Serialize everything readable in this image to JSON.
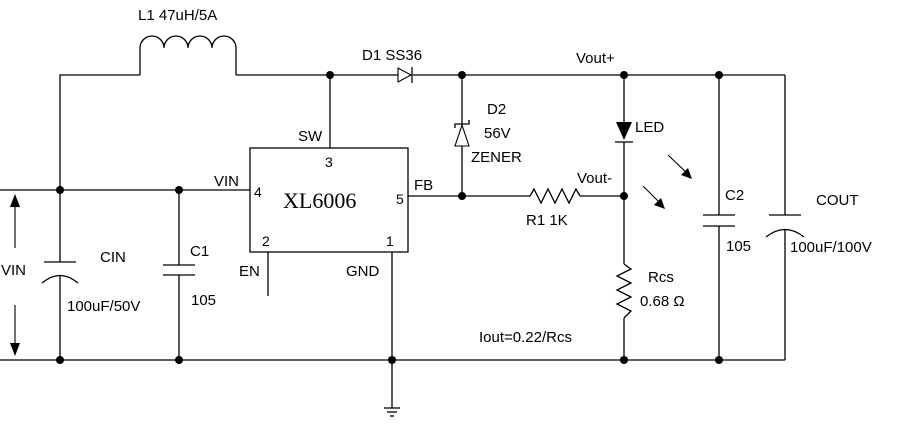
{
  "schematic": {
    "ic": {
      "name": "XL6006",
      "pins": {
        "sw_label": "SW",
        "sw_num": "3",
        "vin_label": "VIN",
        "vin_num": "4",
        "fb_label": "FB",
        "fb_num": "5",
        "en_num": "2",
        "en_label": "EN",
        "gnd_num": "1",
        "gnd_label": "GND"
      }
    },
    "inductor": {
      "label": "L1 47uH/5A"
    },
    "diode_d1": {
      "label": "D1 SS36"
    },
    "zener_d2": {
      "ref": "D2",
      "value": "56V",
      "type": "ZENER"
    },
    "resistor_r1": {
      "label": "R1 1K"
    },
    "resistor_rcs": {
      "ref": "Rcs",
      "value": "0.68 Ω"
    },
    "led": {
      "label": "LED"
    },
    "nets": {
      "vout_pos": "Vout+",
      "vout_neg": "Vout-",
      "vin": "VIN"
    },
    "cin": {
      "ref": "CIN",
      "value": "100uF/50V"
    },
    "c1": {
      "ref": "C1",
      "value": "105"
    },
    "c2": {
      "ref": "C2",
      "value": "105"
    },
    "cout": {
      "ref": "COUT",
      "value": "100uF/100V"
    },
    "formula": "Iout=0.22/Rcs"
  }
}
